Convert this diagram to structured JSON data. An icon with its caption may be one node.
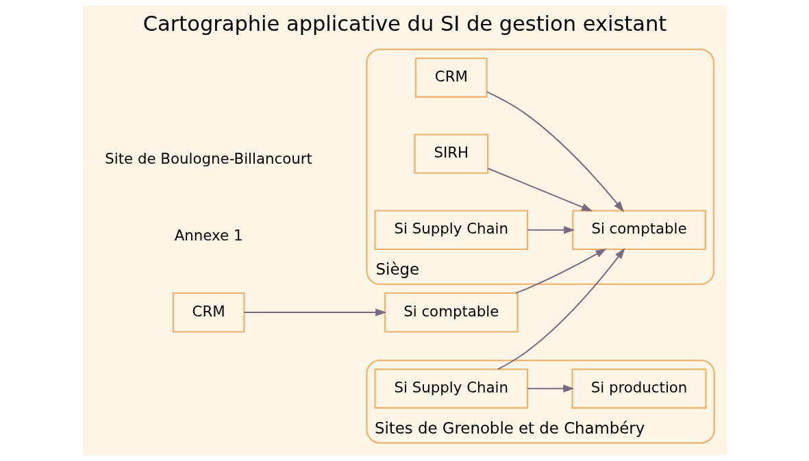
{
  "diagram": {
    "title": "Cartographie applicative du SI de gestion existant",
    "nodes": [
      {
        "text": [
          "Siège"
        ]
      },
      {
        "text": [
          "CRM"
        ],
        "in": 0
      },
      {
        "text": [
          "SIRH"
        ],
        "in": 0
      },
      {
        "text": [
          "Si comptable"
        ],
        "in": 0
      },
      {
        "text": [
          "Si Supply Chain"
        ],
        "in": 0
      },
      {
        "text": [
          "Sites de Grenoble et de Chambéry"
        ]
      },
      {
        "text": [
          "Si Supply Chain"
        ],
        "in": 5
      },
      {
        "text": [
          "Si production"
        ],
        "in": 5
      },
      {
        "text": [
          "Si comptable"
        ]
      },
      {
        "text": [
          "CRM"
        ]
      }
    ],
    "edges": [
      {
        "from": 1,
        "to": 3,
        "arrow": "to"
      },
      {
        "from": 2,
        "to": 3,
        "arrow": "to"
      },
      {
        "from": 4,
        "to": 3,
        "arrow": "to"
      },
      {
        "from": 6,
        "to": 3,
        "arrow": "to"
      },
      {
        "from": 6,
        "to": 7,
        "arrow": "to"
      },
      {
        "from": 8,
        "to": 3,
        "arrow": "to"
      },
      {
        "from": 9,
        "to": 8,
        "arrow": "to"
      }
    ],
    "labels": [
      "Annexe 1",
      "Site de Boulogne-Billancourt"
    ]
  }
}
